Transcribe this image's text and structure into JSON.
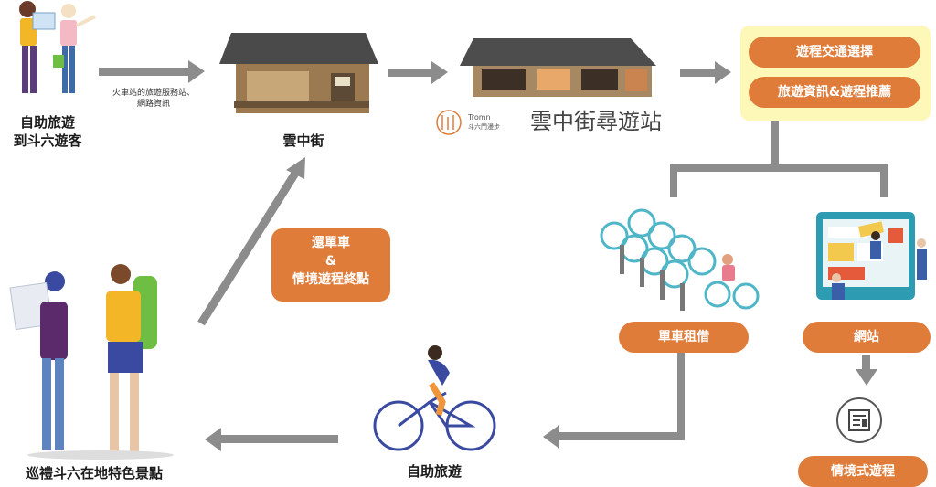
{
  "nodes": {
    "visitor": "自助旅遊\n到斗六遊客",
    "yunzhong_street": "雲中街",
    "tour": "巡禮斗六在地特色景點",
    "self_ride": "自助旅遊"
  },
  "notes": {
    "train_station": "火車站的旅遊服務站、\n網路資訊"
  },
  "station": {
    "logo_text_en": "Tromn",
    "logo_text_cn": "斗六門漫步",
    "name": "雲中街尋遊站"
  },
  "services": {
    "transport": "遊程交通選擇",
    "info": "旅遊資訊&遊程推薦"
  },
  "return_box": {
    "line1": "還單車",
    "line2": "&",
    "line3": "情境遊程終點"
  },
  "pills": {
    "bike_rental": "單車租借",
    "website": "網站",
    "scenario_tour": "情境式遊程"
  },
  "colors": {
    "accent": "#e07c3a",
    "highlight": "#fdf7b8",
    "arrow": "#8c8c8c"
  }
}
